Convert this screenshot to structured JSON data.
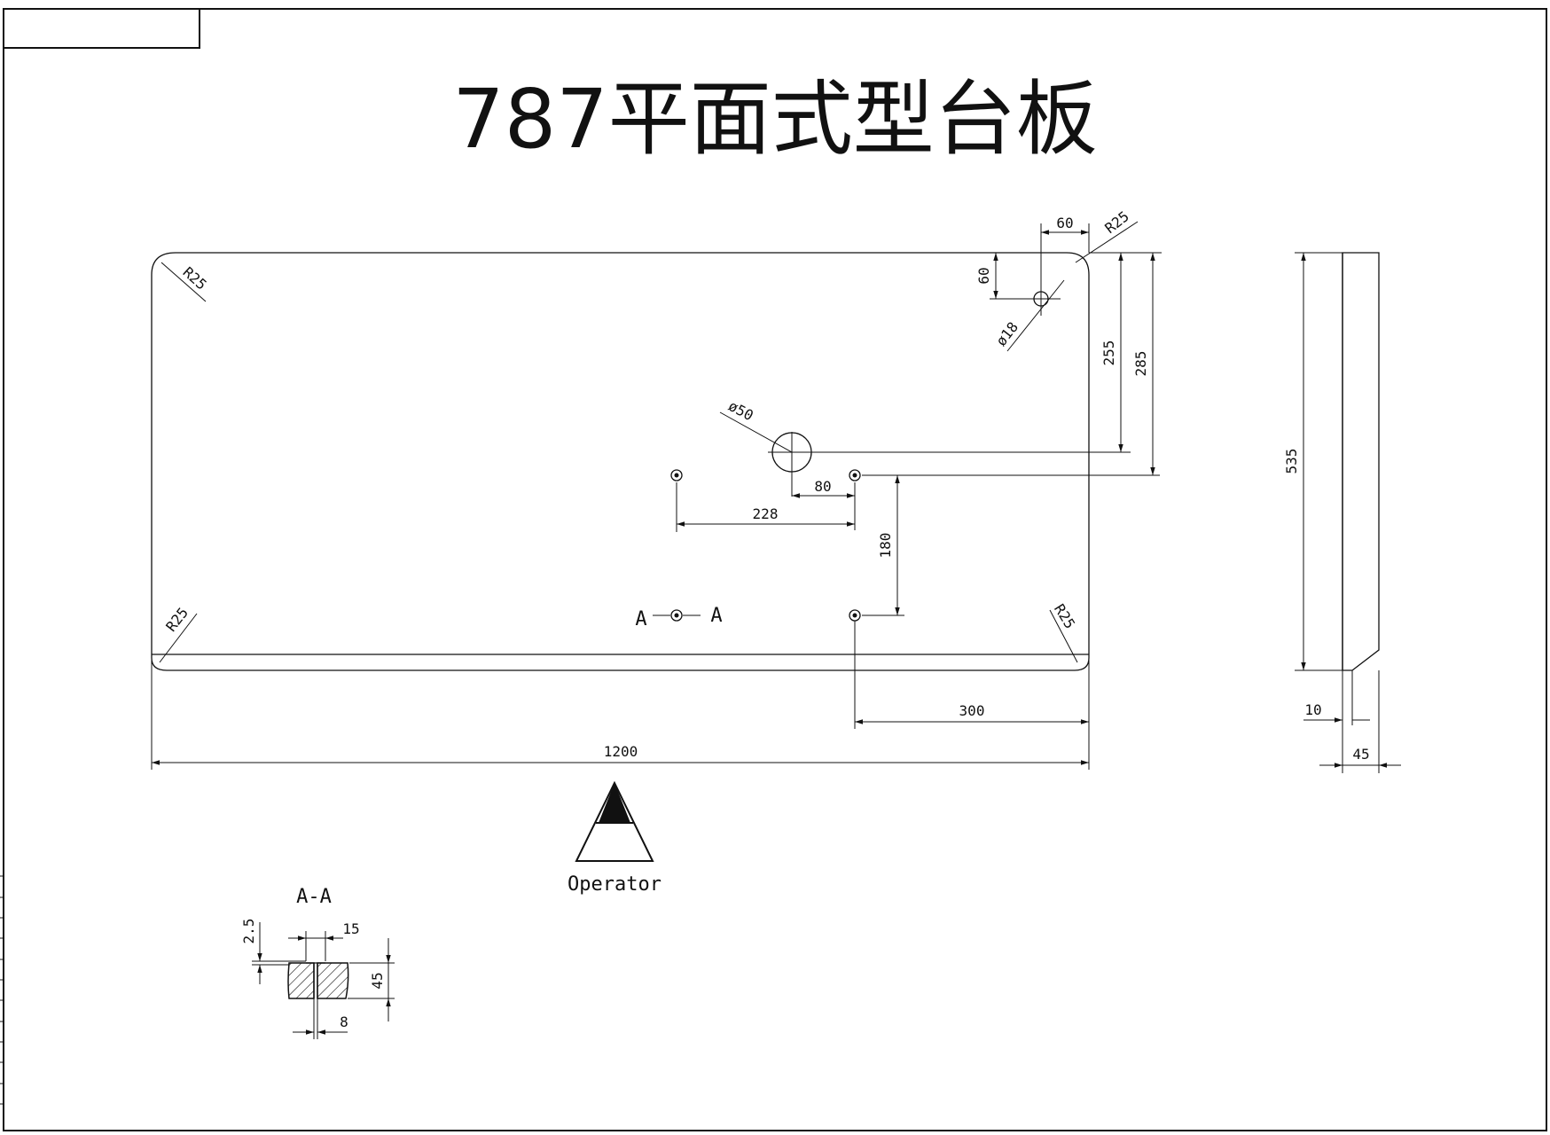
{
  "drawing": {
    "title": "787平面式型台板",
    "operator_label": "Operator",
    "section_label": "A-A",
    "section_mark_left": "A",
    "section_mark_right": "A"
  },
  "dimensions": {
    "overall_width": "1200",
    "overall_depth": "535",
    "thickness": "45",
    "edge_offset": "10",
    "corner_radius_tl": "R25",
    "corner_radius_tr": "R25",
    "corner_radius_bl": "R25",
    "corner_radius_br": "R25",
    "hole_small_dia": "ø18",
    "hole_large_dia": "ø50",
    "hole_x_from_right": "60",
    "hole_y_from_top": "60",
    "large_hole_y_from_top": "255",
    "holes_row_y_from_top": "285",
    "large_hole_offset": "80",
    "holes_spacing": "228",
    "holes_vertical_spacing": "180",
    "holes_x_from_right": "300"
  },
  "section": {
    "top_recess": "2.5",
    "slot_width": "15",
    "height": "45",
    "bore_width": "8"
  }
}
